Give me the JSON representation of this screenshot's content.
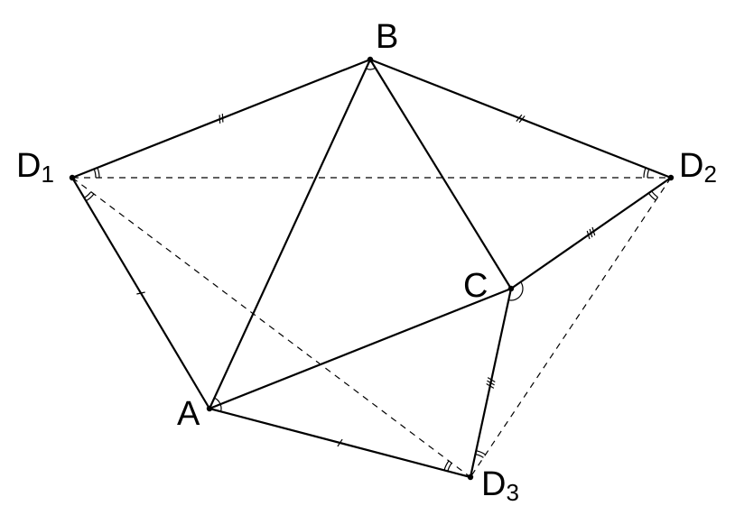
{
  "figure": {
    "points": {
      "B": {
        "name": "B",
        "sub": ""
      },
      "D1": {
        "name": "D",
        "sub": "1"
      },
      "D2": {
        "name": "D",
        "sub": "2"
      },
      "C": {
        "name": "C",
        "sub": ""
      },
      "A": {
        "name": "A",
        "sub": ""
      },
      "D3": {
        "name": "D",
        "sub": "3"
      }
    },
    "line_color": "#000000"
  }
}
